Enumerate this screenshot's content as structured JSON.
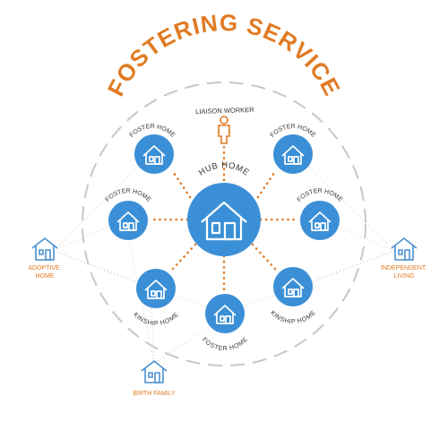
{
  "colors": {
    "accent": "#e07b24",
    "blue": "#3b8fd6",
    "outline_blue": "#4a90d0",
    "ring": "#c7c7c7",
    "label": "#333333"
  },
  "title": "FOSTERING SERVICE",
  "liaison": {
    "label": "LIAISON WORKER",
    "icon": "person-icon"
  },
  "hub": {
    "label": "HUB HOME",
    "icon": "house-icon"
  },
  "homes": [
    {
      "label": "FOSTER HOME",
      "icon": "house-icon"
    },
    {
      "label": "FOSTER HOME",
      "icon": "house-icon"
    },
    {
      "label": "FOSTER HOME",
      "icon": "house-icon"
    },
    {
      "label": "FOSTER HOME",
      "icon": "house-icon"
    },
    {
      "label": "KINSHIP HOME",
      "icon": "house-icon"
    },
    {
      "label": "FOSTER HOME",
      "icon": "house-icon"
    },
    {
      "label": "KINSHIP HOME",
      "icon": "house-icon"
    }
  ],
  "external": [
    {
      "lines": [
        "ADOPTIVE",
        "HOME"
      ],
      "icon": "house-outline-icon"
    },
    {
      "lines": [
        "INDEPENDENT",
        "LIVING"
      ],
      "icon": "house-outline-icon"
    },
    {
      "lines": [
        "BIRTH FAMILY"
      ],
      "icon": "house-outline-icon"
    }
  ]
}
